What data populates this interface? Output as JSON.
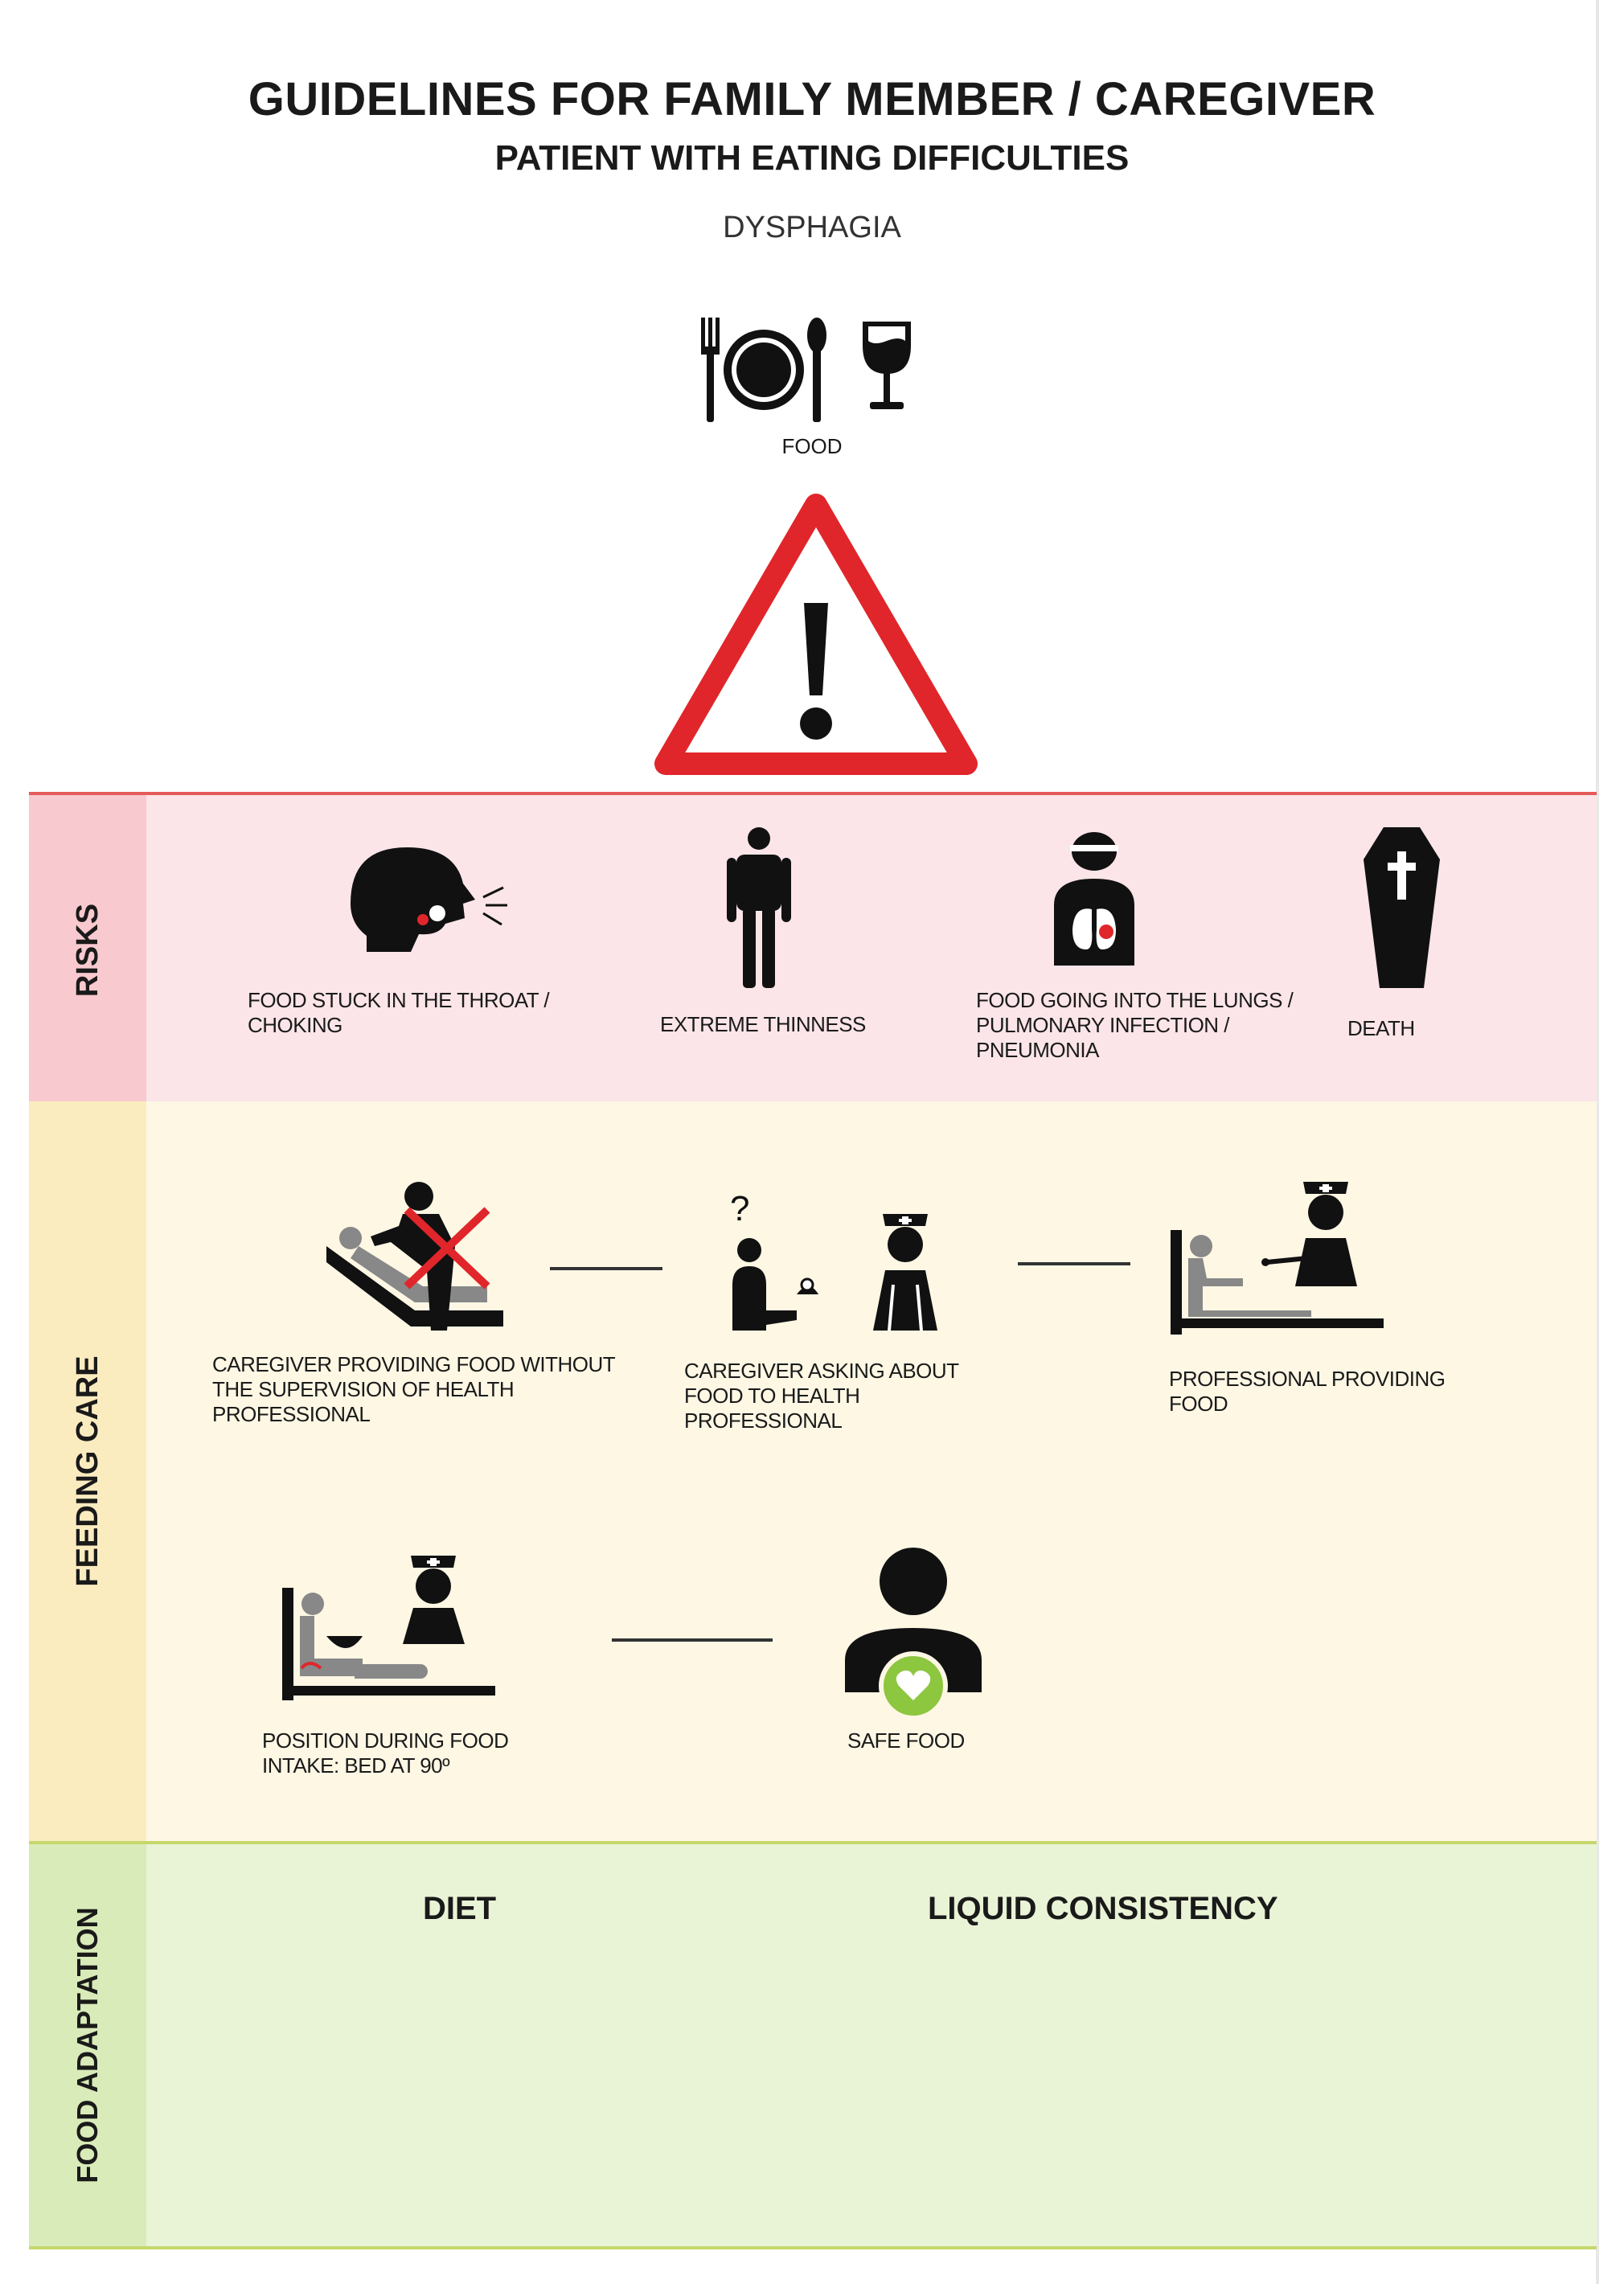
{
  "header": {
    "title": "GUIDELINES FOR FAMILY MEMBER / CAREGIVER",
    "subtitle": "PATIENT WITH EATING DIFFICULTIES",
    "condition": "DYSPHAGIA",
    "food_label": "FOOD",
    "warning_icon": "warning-triangle-icon"
  },
  "colors": {
    "risk_bg": "#fbe5e8",
    "risk_tab": "#f8c9cf",
    "risk_line": "#e55a5a",
    "feeding_bg": "#fdf7e4",
    "feeding_tab": "#fbecc0",
    "adapt_bg": "#e9f3d6",
    "adapt_tab": "#d9ebb8",
    "warning_red": "#e0262b",
    "safe_green": "#8dc63f"
  },
  "risks": {
    "label": "RISKS",
    "items": [
      {
        "icon": "choking-head-icon",
        "label": "FOOD STUCK IN THE THROAT / CHOKING"
      },
      {
        "icon": "thin-person-icon",
        "label": "EXTREME THINNESS"
      },
      {
        "icon": "lungs-infection-icon",
        "label": "FOOD GOING INTO THE LUNGS / PULMONARY INFECTION / PNEUMONIA"
      },
      {
        "icon": "coffin-icon",
        "label": "DEATH"
      }
    ]
  },
  "feeding_care": {
    "label": "FEEDING CARE",
    "steps": [
      {
        "icon": "unsupervised-feeding-icon",
        "label": "CAREGIVER PROVIDING FOOD WITHOUT THE SUPERVISION OF HEALTH PROFESSIONAL"
      },
      {
        "icon": "caregiver-asking-nurse-icon",
        "label": "CAREGIVER  ASKING ABOUT FOOD TO HEALTH PROFESSIONAL"
      },
      {
        "icon": "professional-feeding-icon",
        "label": "PROFESSIONAL PROVIDING FOOD"
      },
      {
        "icon": "bed-90-degrees-icon",
        "label": "POSITION DURING FOOD INTAKE: BED AT 90º"
      },
      {
        "icon": "safe-food-heart-icon",
        "label": "SAFE FOOD"
      }
    ]
  },
  "food_adaptation": {
    "label": "FOOD ADAPTATION",
    "columns": [
      "DIET",
      "LIQUID CONSISTENCY"
    ]
  }
}
